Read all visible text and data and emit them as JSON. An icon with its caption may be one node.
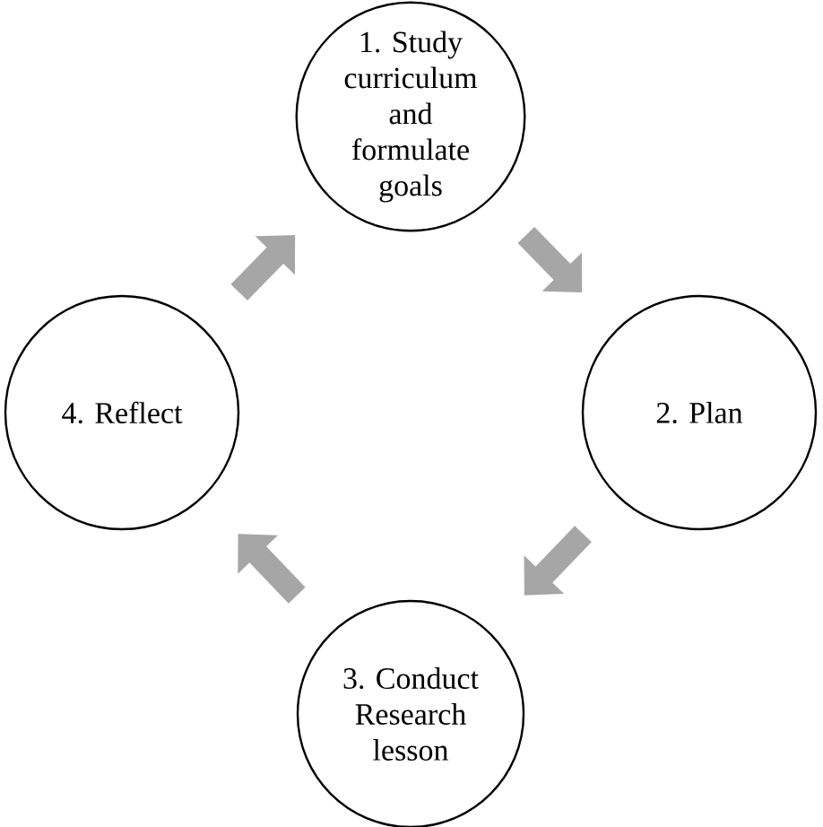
{
  "diagram": {
    "nodes": [
      {
        "text": [
          "1. Study curriculum and formulate goals"
        ]
      },
      {
        "text": [
          "2. Plan"
        ]
      },
      {
        "text": [
          "3. Conduct Research lesson"
        ]
      },
      {
        "text": [
          "4. Reflect"
        ]
      }
    ],
    "edges": [
      {
        "from": 0,
        "to": 1,
        "arrow": "to"
      },
      {
        "from": 1,
        "to": 2,
        "arrow": "to"
      },
      {
        "from": 2,
        "to": 3,
        "arrow": "to"
      },
      {
        "from": 3,
        "to": 0,
        "arrow": "to"
      }
    ]
  }
}
